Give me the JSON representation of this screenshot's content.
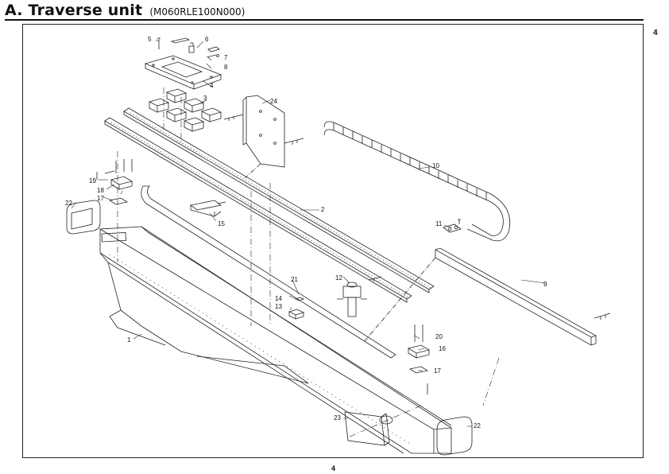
{
  "header": {
    "title": "A. Traverse unit",
    "model_code": "(M060RLE100N000)",
    "corner_number": "4"
  },
  "footer": {
    "page_number": "4"
  },
  "callouts": [
    {
      "id": "c1",
      "text": "1"
    },
    {
      "id": "c2",
      "text": "2"
    },
    {
      "id": "c3",
      "text": "3"
    },
    {
      "id": "c4",
      "text": "4"
    },
    {
      "id": "c5",
      "text": "5"
    },
    {
      "id": "c6",
      "text": "6"
    },
    {
      "id": "c7",
      "text": "7"
    },
    {
      "id": "c8",
      "text": "8"
    },
    {
      "id": "c9",
      "text": "9"
    },
    {
      "id": "c10",
      "text": "10"
    },
    {
      "id": "c11",
      "text": "11"
    },
    {
      "id": "c12",
      "text": "12"
    },
    {
      "id": "c13",
      "text": "13"
    },
    {
      "id": "c14",
      "text": "14"
    },
    {
      "id": "c15",
      "text": "15"
    },
    {
      "id": "c16",
      "text": "16"
    },
    {
      "id": "c17a",
      "text": "17"
    },
    {
      "id": "c17b",
      "text": "17"
    },
    {
      "id": "c18",
      "text": "18"
    },
    {
      "id": "c19",
      "text": "19"
    },
    {
      "id": "c20",
      "text": "20"
    },
    {
      "id": "c21",
      "text": "21"
    },
    {
      "id": "c22a",
      "text": "22"
    },
    {
      "id": "c22b",
      "text": "22"
    },
    {
      "id": "c23",
      "text": "23"
    },
    {
      "id": "c24",
      "text": "24"
    }
  ]
}
